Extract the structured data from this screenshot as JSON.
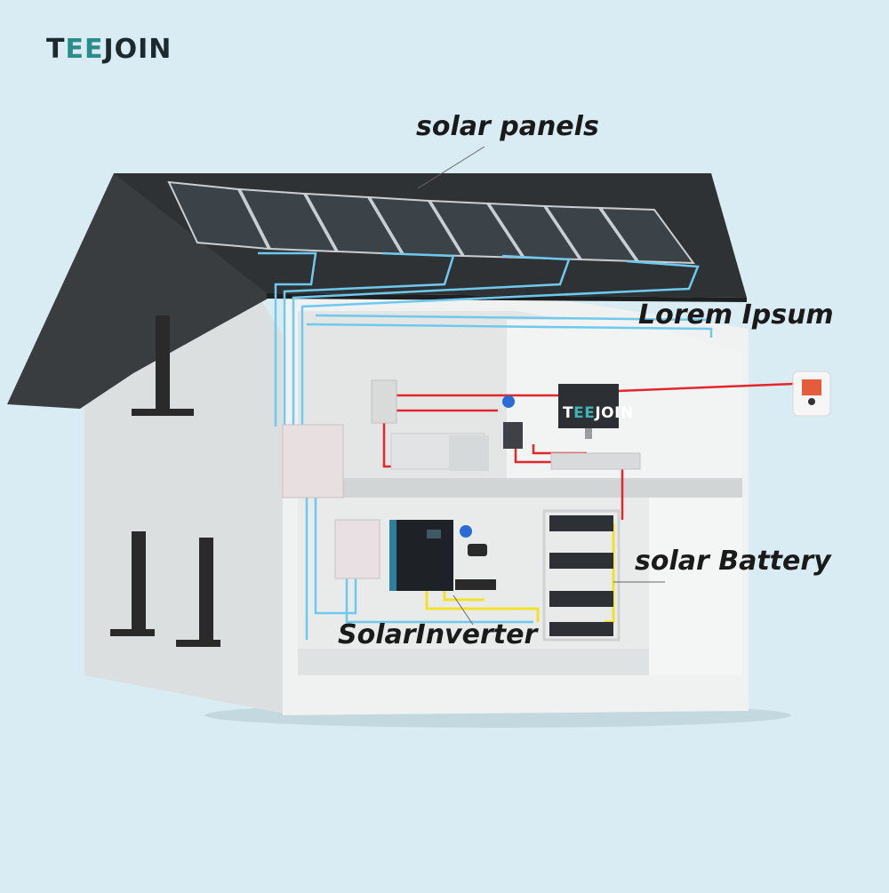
{
  "brand": {
    "logo_a": "T",
    "logo_mid": "EE",
    "logo_b": "JOIN"
  },
  "labels": {
    "solar_panels": "solar panels",
    "lorem_ipsum": "Lorem Ipsum",
    "solar_battery": "solar Battery",
    "solar_inverter": "SolarInverter"
  },
  "tv_screen": {
    "logo_a": "T",
    "logo_mid": "EE",
    "logo_b": "JOIN"
  },
  "colors": {
    "background": "#d9ecf3",
    "roof": "#3a3d40",
    "wall": "#eceeee",
    "pv_wire": "#6ec9ee",
    "ac_wire": "#e3262b",
    "battery_wire": "#f3e02a",
    "brand_accent": "#2b8c8b"
  }
}
